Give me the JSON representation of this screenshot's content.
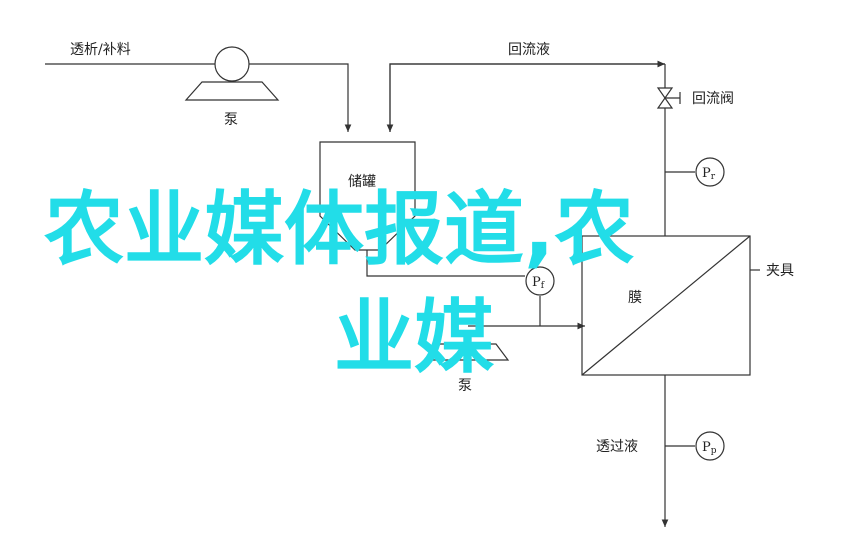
{
  "diagram": {
    "feed_label": "透析/补料",
    "pump1_label": "泵",
    "tank_label": "储罐",
    "reflux_label": "回流液",
    "reflux_valve_label": "回流阀",
    "gauge_r": {
      "main": "P",
      "sub": "r"
    },
    "gauge_f": {
      "main": "P",
      "sub": "f"
    },
    "gauge_p": {
      "main": "P",
      "sub": "p"
    },
    "membrane_label": "膜",
    "clamp_label": "夹具",
    "pump2_label": "泵",
    "permeate_label": "透过液"
  },
  "overlay": {
    "line1": "农业媒体报道,农",
    "line2": "业媒"
  },
  "colors": {
    "line": "#333333",
    "overlay_text": "#22dde8"
  }
}
